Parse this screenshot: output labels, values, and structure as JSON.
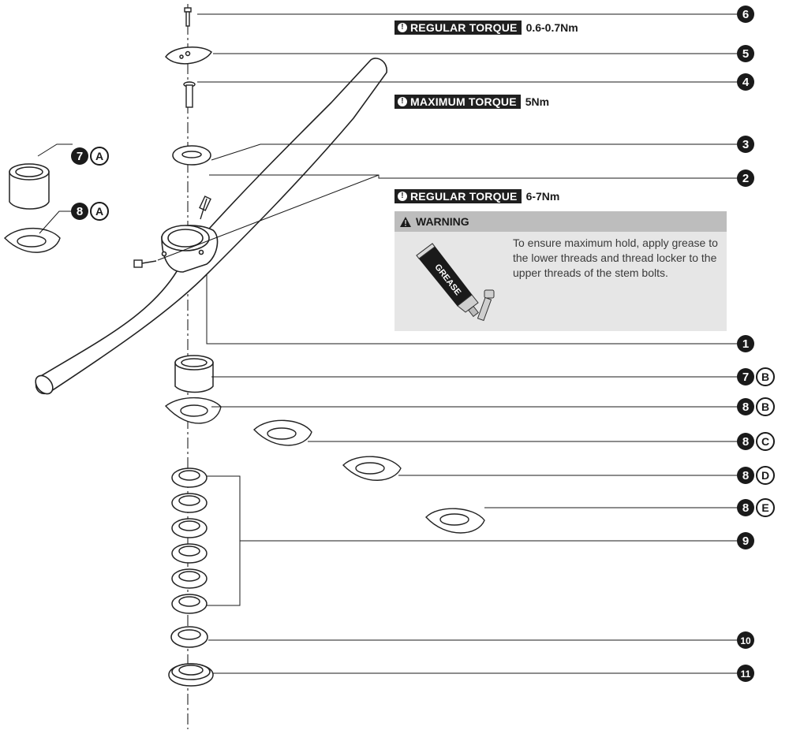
{
  "torque_notes": [
    {
      "label": "REGULAR TORQUE",
      "value": "0.6-0.7Nm"
    },
    {
      "label": "MAXIMUM TORQUE",
      "value": "5Nm"
    },
    {
      "label": "REGULAR TORQUE",
      "value": "6-7Nm"
    }
  ],
  "warning": {
    "title": "WARNING",
    "text": "To ensure maximum hold, apply grease to the lower threads and thread locker to the upper threads of the stem bolts.",
    "tube_label": "GREASE"
  },
  "callouts": [
    {
      "num": "6",
      "letter": ""
    },
    {
      "num": "5",
      "letter": ""
    },
    {
      "num": "4",
      "letter": ""
    },
    {
      "num": "3",
      "letter": ""
    },
    {
      "num": "2",
      "letter": ""
    },
    {
      "num": "1",
      "letter": ""
    },
    {
      "num": "7",
      "letter": "B"
    },
    {
      "num": "8",
      "letter": "B"
    },
    {
      "num": "8",
      "letter": "C"
    },
    {
      "num": "8",
      "letter": "D"
    },
    {
      "num": "8",
      "letter": "E"
    },
    {
      "num": "9",
      "letter": ""
    },
    {
      "num": "10",
      "letter": ""
    },
    {
      "num": "11",
      "letter": ""
    },
    {
      "num": "7",
      "letter": "A"
    },
    {
      "num": "8",
      "letter": "A"
    }
  ]
}
